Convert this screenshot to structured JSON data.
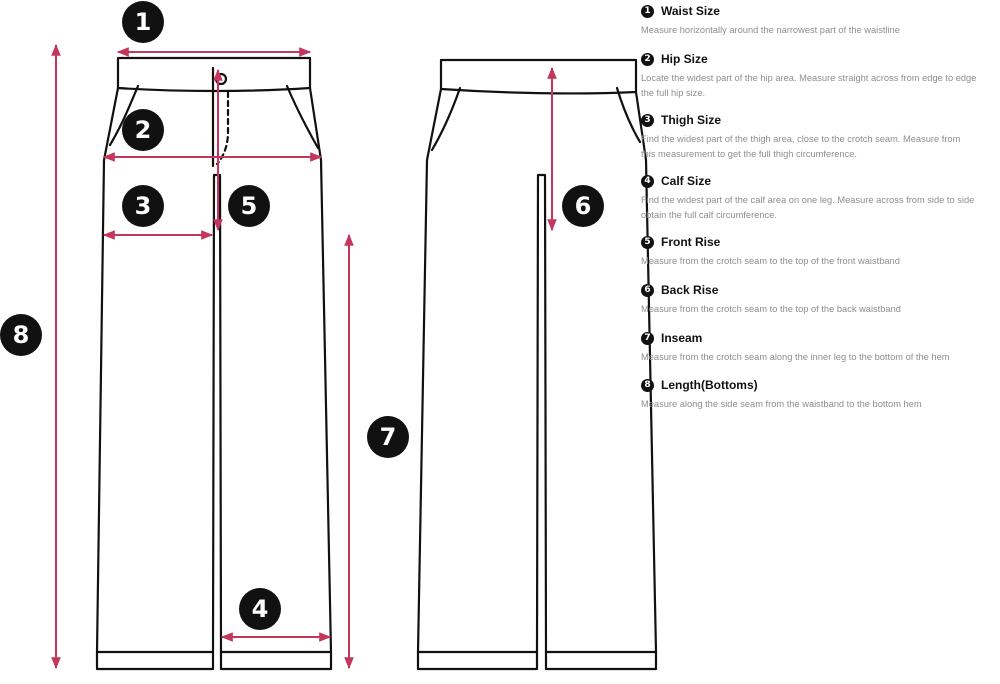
{
  "colors": {
    "outline": "#111111",
    "measure_line": "#c4365d",
    "description_text": "#8e8e8e"
  },
  "callouts": [
    "1",
    "2",
    "3",
    "4",
    "5",
    "6",
    "7",
    "8"
  ],
  "measurements": [
    {
      "number": "1",
      "title": "Waist Size",
      "description": [
        "Measure horizontally around the narrowest part of the waistline"
      ]
    },
    {
      "number": "2",
      "title": "Hip Size",
      "description": [
        "Locate the widest part of the hip area. Measure straight across from edge to edge",
        "the full hip size."
      ]
    },
    {
      "number": "3",
      "title": "Thigh Size",
      "description": [
        "Find the widest part of the thigh area, close to the crotch seam. Measure from",
        "this measurement to get the full thigh circumference."
      ]
    },
    {
      "number": "4",
      "title": "Calf Size",
      "description": [
        "Find the widest part of the calf area on one leg. Measure across from side to side",
        "obtain the full calf circumference."
      ]
    },
    {
      "number": "5",
      "title": "Front Rise",
      "description": [
        "Measure from the crotch seam to the top of the front waistband"
      ]
    },
    {
      "number": "6",
      "title": "Back Rise",
      "description": [
        "Measure from the crotch seam to the top of the back waistband"
      ]
    },
    {
      "number": "7",
      "title": "Inseam",
      "description": [
        "Measure from the crotch seam along the inner leg to the bottom of the hem"
      ]
    },
    {
      "number": "8",
      "title": "Length(Bottoms)",
      "description": [
        "Measure along the side seam from the waistband to the bottom hem"
      ]
    }
  ]
}
